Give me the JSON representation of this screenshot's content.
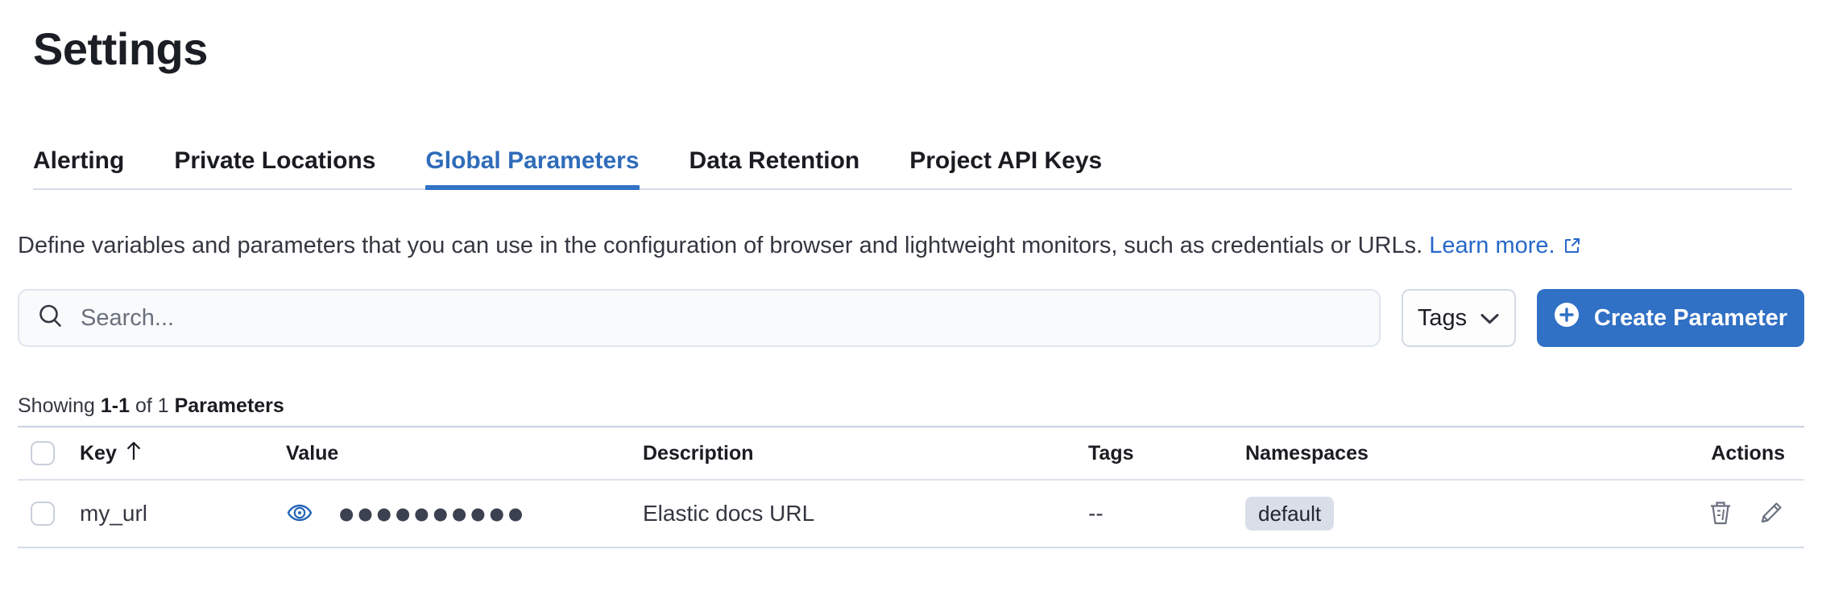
{
  "page": {
    "title": "Settings"
  },
  "tabs": [
    {
      "label": "Alerting",
      "active": false
    },
    {
      "label": "Private Locations",
      "active": false
    },
    {
      "label": "Global Parameters",
      "active": true
    },
    {
      "label": "Data Retention",
      "active": false
    },
    {
      "label": "Project API Keys",
      "active": false
    }
  ],
  "description": {
    "text": "Define variables and parameters that you can use in the configuration of browser and lightweight monitors, such as credentials or URLs.",
    "link_label": "Learn more."
  },
  "toolbar": {
    "search_placeholder": "Search...",
    "search_value": "",
    "tags_button": "Tags",
    "create_button": "Create Parameter"
  },
  "summary": {
    "prefix": "Showing ",
    "range": "1-1",
    "middle": " of 1 ",
    "suffix": "Parameters"
  },
  "table": {
    "columns": {
      "key": "Key",
      "value": "Value",
      "description": "Description",
      "tags": "Tags",
      "namespaces": "Namespaces",
      "actions": "Actions"
    },
    "sort": {
      "column": "Key",
      "direction": "ascending"
    },
    "rows": [
      {
        "key": "my_url",
        "value_masked": "●●●●●●●●●●",
        "description": "Elastic docs URL",
        "tags": "--",
        "namespace": "default"
      }
    ]
  },
  "colors": {
    "primary": "#3070c5",
    "link": "#2668c9",
    "tab-active": "#2f6cb9",
    "tab-underline": "#3173c7",
    "badge-bg": "#d9dee9",
    "border-light": "#d3dae6"
  }
}
